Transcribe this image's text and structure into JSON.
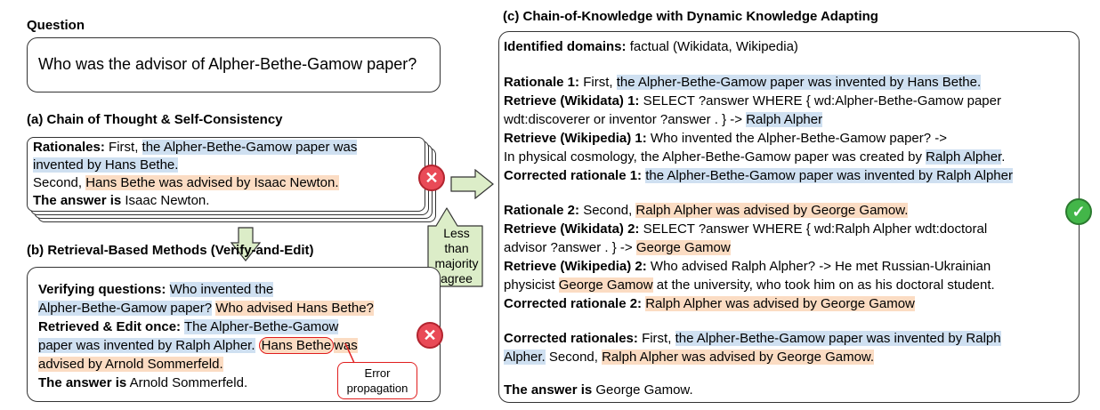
{
  "question": {
    "heading": "Question",
    "text": "Who was the advisor of Alpher-Bethe-Gamow paper?"
  },
  "cot": {
    "heading": "(a) Chain of Thought & Self-Consistency",
    "rationales_label": "Rationales:",
    "first_prefix": "First,",
    "first_hl_1": "the Alpher-Bethe-Gamow paper was",
    "first_hl_2": "invented by Hans Bethe.",
    "second_prefix": "Second,",
    "second_hl": "Hans Bethe was advised by Isaac Newton.",
    "answer_label": "The answer is",
    "answer": "Isaac Newton."
  },
  "callout": {
    "line1": "Less",
    "line2": "than",
    "line3": "majority",
    "line4": "agree"
  },
  "retrieval": {
    "heading": "(b) Retrieval-Based Methods (Verify-and-Edit)",
    "verify_label": "Verifying questions:",
    "verify_hl_1": "Who invented the",
    "verify_hl_2": "Alpher-Bethe-Gamow paper?",
    "verify_hl_3": "Who advised Hans Bethe?",
    "edit_label": "Retrieved & Edit once:",
    "edit_hl_1": "The Alpher-Bethe-Gamow",
    "edit_hl_2": "paper was invented by Ralph Alpher.",
    "edit_hl_3": "Hans Bethe",
    "edit_hl_4": "was",
    "edit_hl_5": "advised by Arnold Sommerfeld.",
    "answer_label": "The answer is",
    "answer": "Arnold Sommerfeld.",
    "error_line1": "Error",
    "error_line2": "propagation"
  },
  "cok": {
    "heading": "(c) Chain-of-Knowledge with Dynamic Knowledge Adapting",
    "domains_label": "Identified domains:",
    "domains": "factual (Wikidata, Wikipedia)",
    "r1_label": "Rationale 1:",
    "r1_prefix": "First,",
    "r1_hl": "the Alpher-Bethe-Gamow paper was invented by Hans Bethe.",
    "rwd1_label": "Retrieve (Wikidata) 1:",
    "rwd1_text_1": "SELECT ?answer WHERE { wd:Alpher-Bethe-Gamow paper",
    "rwd1_text_2": "wdt:discoverer or inventor ?answer . } ->",
    "rwd1_hl": "Ralph Alpher",
    "rwp1_label": "Retrieve (Wikipedia) 1:",
    "rwp1_text_1": "Who invented the Alpher-Bethe-Gamow paper? ->",
    "rwp1_text_2": "In physical cosmology, the Alpher-Bethe-Gamow paper was created by",
    "rwp1_hl": "Ralph Alpher",
    "rwp1_end": ".",
    "c1_label": "Corrected rationale 1:",
    "c1_hl": "the Alpher-Bethe-Gamow paper was invented by Ralph Alpher",
    "r2_label": "Rationale 2:",
    "r2_prefix": "Second,",
    "r2_hl": "Ralph Alpher was advised by George Gamow.",
    "rwd2_label": "Retrieve (Wikidata) 2:",
    "rwd2_text_1": "SELECT ?answer WHERE { wd:Ralph Alpher wdt:doctoral",
    "rwd2_text_2": "advisor ?answer . } ->",
    "rwd2_hl": "George Gamow",
    "rwp2_label": "Retrieve (Wikipedia) 2:",
    "rwp2_text_1": "Who advised Ralph Alpher? -> He met Russian-Ukrainian",
    "rwp2_text_2": "physicist",
    "rwp2_hl": "George Gamow",
    "rwp2_text_3": "at the university, who took him on as his doctoral student.",
    "c2_label": "Corrected rationale 2:",
    "c2_hl": "Ralph Alpher was advised by George Gamow",
    "cr_label": "Corrected rationales:",
    "cr_first": "First,",
    "cr_hl_1": "the Alpher-Bethe-Gamow paper was invented by Ralph",
    "cr_hl_2": "Alpher.",
    "cr_second": "Second,",
    "cr_hl_3": "Ralph Alpher was advised by George Gamow.",
    "answer_label": "The answer is",
    "answer": "George Gamow."
  },
  "colors": {
    "blue_highlight": "#cfe0f1",
    "orange_highlight": "#fbdcc3",
    "arrow_fill": "#dcedc8",
    "error_red": "#e94a57",
    "success_green": "#43b649"
  },
  "icons": {
    "fail": "x-circle-icon",
    "success": "check-circle-icon",
    "flow": "block-arrow-icon"
  }
}
